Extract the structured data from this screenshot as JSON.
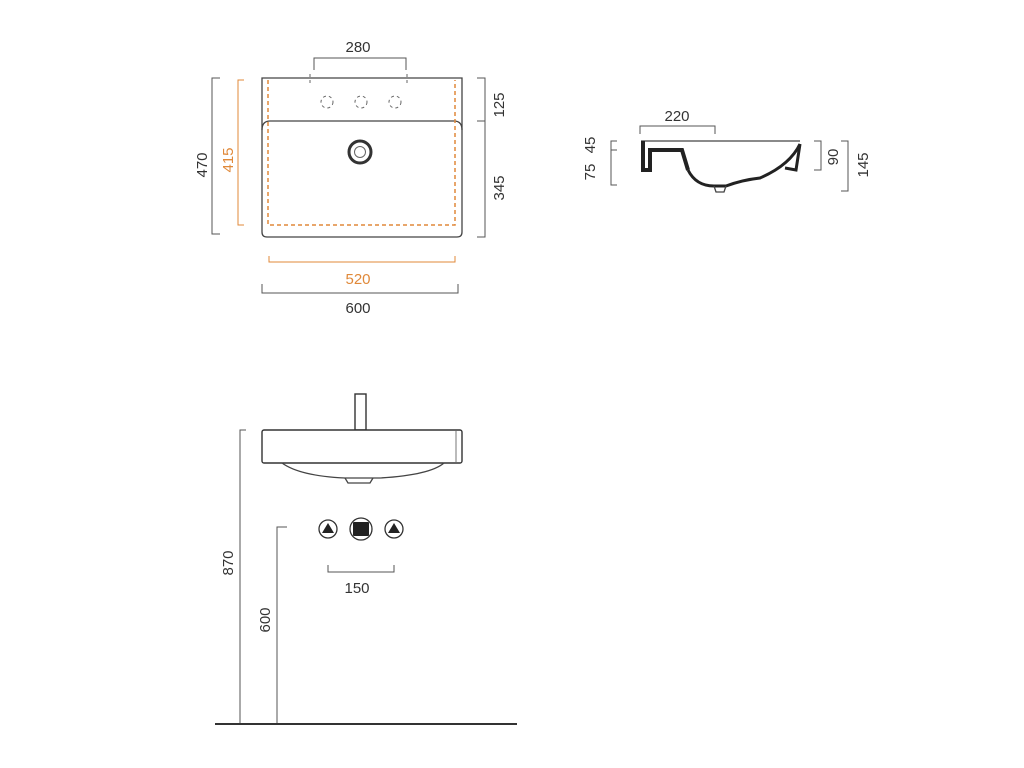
{
  "top_view": {
    "tap_spacing": "280",
    "overall_depth": "470",
    "inner_depth": "415",
    "deck_depth": "125",
    "bowl_depth": "345",
    "inner_width": "520",
    "overall_width": "600"
  },
  "section_view": {
    "drain_offset": "220",
    "dim_75": "75",
    "dim_45": "45",
    "dim_90": "90",
    "total_height": "145"
  },
  "elevation_view": {
    "rim_height": "870",
    "waste_height": "600",
    "outlet_spacing": "150"
  },
  "colors": {
    "line": "#444444",
    "accent": "#e0893a",
    "text": "#333333"
  }
}
